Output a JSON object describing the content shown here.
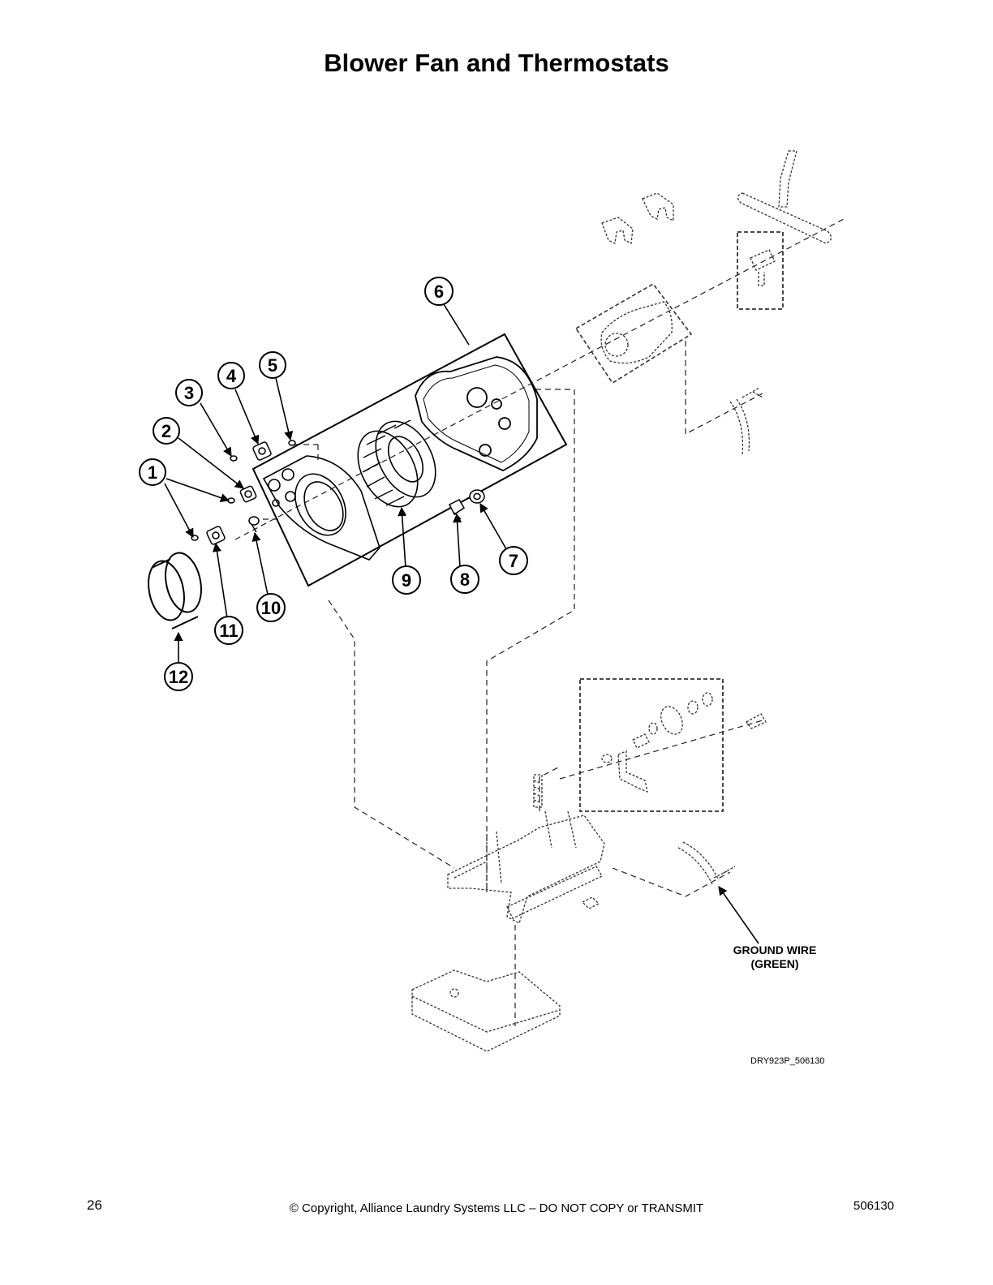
{
  "page": {
    "title": "Blower Fan and Thermostats",
    "page_number": "26",
    "copyright": "© Copyright, Alliance Laundry Systems LLC – DO NOT COPY or TRANSMIT",
    "doc_number": "506130"
  },
  "diagram": {
    "drawing_code": "DRY923P_506130",
    "note_line1": "GROUND WIRE",
    "note_line2": "(GREEN)",
    "callouts": [
      "1",
      "2",
      "3",
      "4",
      "5",
      "6",
      "7",
      "8",
      "9",
      "10",
      "11",
      "12"
    ],
    "line_color": "#000000",
    "ghost_color": "#555555"
  }
}
